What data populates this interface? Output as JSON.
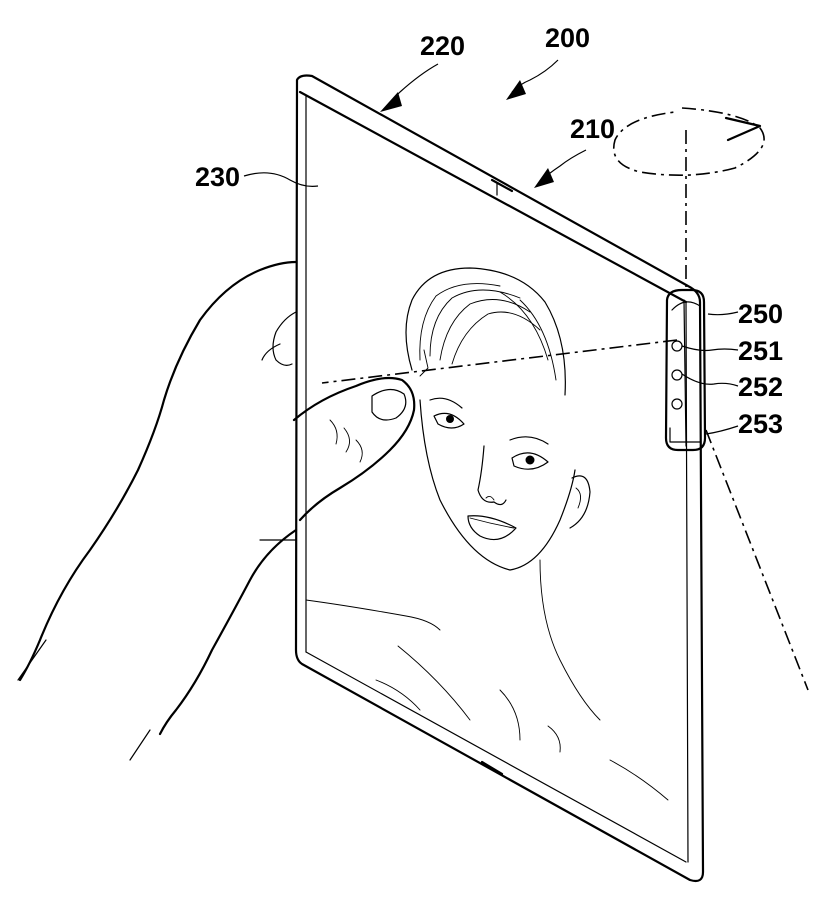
{
  "labels": {
    "device": "200",
    "hinge_axis": "210",
    "frame": "220",
    "display": "230",
    "camera_module": "250",
    "camera_1": "251",
    "camera_2": "252",
    "camera_3": "253"
  }
}
